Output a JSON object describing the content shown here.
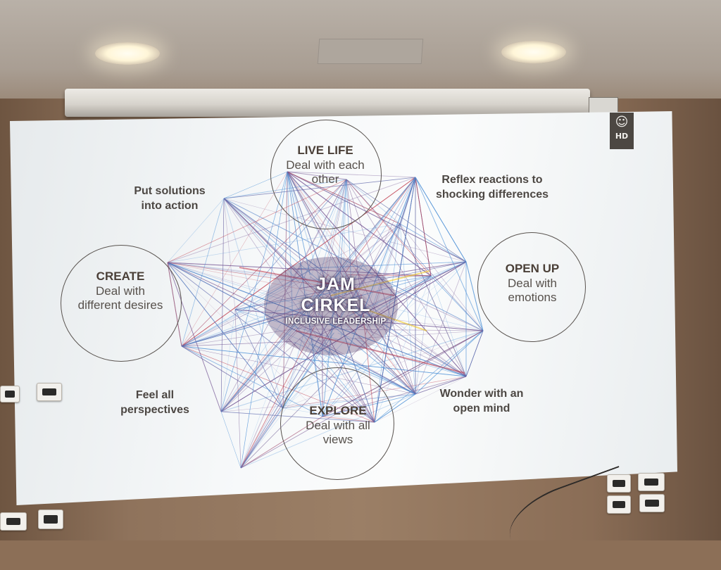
{
  "central": {
    "title_line1": "JAM",
    "title_line2": "CIRKEL",
    "subtitle": "INCLUSIVE LEADERSHIP"
  },
  "circles": {
    "top": {
      "title": "LIVE LIFE",
      "line1": "Deal with each",
      "line2": "other"
    },
    "right": {
      "title": "OPEN UP",
      "line1": "Deal with",
      "line2": "emotions"
    },
    "bottom": {
      "title": "EXPLORE",
      "line1": "Deal with all",
      "line2": "views"
    },
    "left": {
      "title": "CREATE",
      "line1": "Deal with",
      "line2": "different desires"
    }
  },
  "statements": {
    "top_left": {
      "line1": "Put solutions",
      "line2": "into action"
    },
    "top_right": {
      "line1": "Reflex reactions to",
      "line2": "shocking differences"
    },
    "bottom_left": {
      "line1": "Feel all",
      "line2": "perspectives"
    },
    "bottom_right": {
      "line1": "Wonder with an",
      "line2": "open mind"
    }
  },
  "badge": {
    "icon": "figure-icon",
    "label": "HD"
  },
  "colors": {
    "screen": "#f5f7f8",
    "text": "#4d4945",
    "burst_blue": "#4a8fd6",
    "burst_purple": "#6f4f8f",
    "burst_red": "#c0394a",
    "burst_yellow": "#f0c419"
  }
}
